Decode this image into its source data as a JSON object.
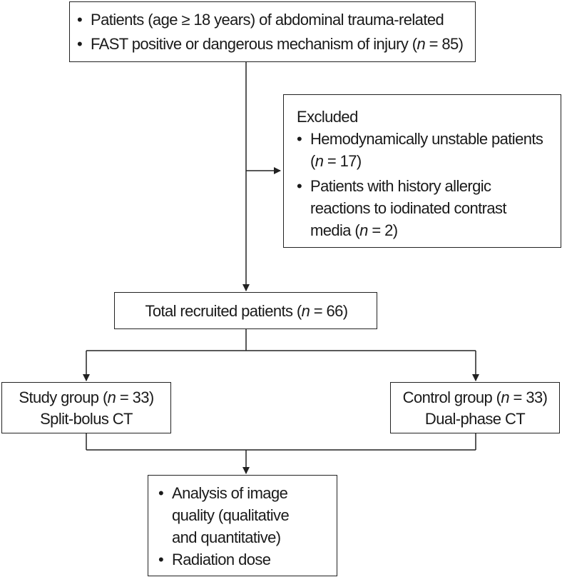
{
  "top_box": {
    "items": [
      {
        "text": "Patients (age ≥ 18 years) of abdominal trauma-related"
      },
      {
        "text_before": "FAST positive or dangerous mechanism of injury (",
        "n": "n",
        "text_after": " = 85)"
      }
    ]
  },
  "excluded_box": {
    "heading": "Excluded",
    "items": [
      {
        "line1": "Hemodynamically unstable patients",
        "line2_before": "(",
        "n": "n",
        "line2_after": " = 17)"
      },
      {
        "line1": "Patients with history allergic",
        "line2": "reactions to iodinated contrast",
        "line3_before": "media (",
        "n": "n",
        "line3_after": " = 2)"
      }
    ]
  },
  "total_box": {
    "text_before": "Total recruited patients (",
    "n": "n",
    "text_after": " = 66)"
  },
  "study_box": {
    "line1_before": "Study group (",
    "n": "n",
    "line1_after": " = 33)",
    "line2": "Split-bolus CT"
  },
  "control_box": {
    "line1_before": "Control group (",
    "n": "n",
    "line1_after": " = 33)",
    "line2": "Dual-phase CT"
  },
  "outcome_box": {
    "items": [
      {
        "line1": "Analysis of image",
        "line2": "quality (qualitative",
        "line3": "and quantitative)"
      },
      {
        "line1": "Radiation dose"
      }
    ]
  },
  "bullet_char": "•",
  "colors": {
    "line": "#222222",
    "text": "#1a1a1a",
    "background": "#ffffff"
  }
}
